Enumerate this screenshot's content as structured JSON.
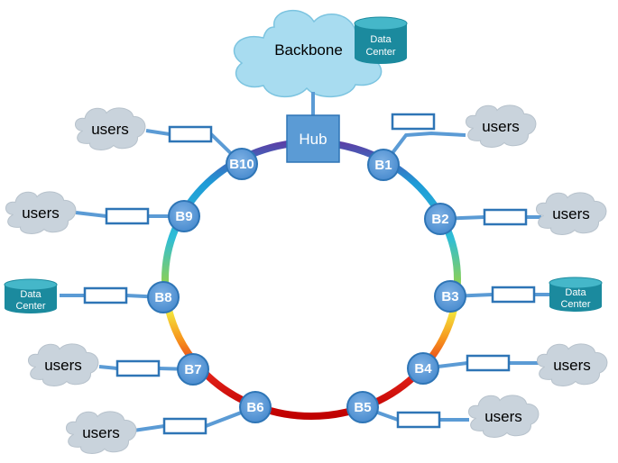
{
  "backbone": {
    "label": "Backbone",
    "datacenter": {
      "line1": "Data",
      "line2": "Center"
    }
  },
  "hub": {
    "label": "Hub"
  },
  "ring_gradient": [
    "#5b3fa6",
    "#1e9bd7",
    "#2fbdd6",
    "#8fd14f",
    "#f3e33b",
    "#f7941d",
    "#e2231a",
    "#c00000"
  ],
  "colors": {
    "node_fill": "#5b9bd5",
    "node_stroke": "#2e75b6",
    "link": "#5b9bd5",
    "datacenter": "#1b8a9e",
    "datacenter_top": "#45b7c9",
    "cloud": "#c9d3dc",
    "backbone_cloud": "#a8dcf0"
  },
  "nodes": [
    {
      "id": "b1",
      "label": "B1",
      "attach": "users",
      "text": "users"
    },
    {
      "id": "b2",
      "label": "B2",
      "attach": "users",
      "text": "users"
    },
    {
      "id": "b3",
      "label": "B3",
      "attach": "datacenter",
      "line1": "Data",
      "line2": "Center"
    },
    {
      "id": "b4",
      "label": "B4",
      "attach": "users",
      "text": "users"
    },
    {
      "id": "b5",
      "label": "B5",
      "attach": "users",
      "text": "users"
    },
    {
      "id": "b6",
      "label": "B6",
      "attach": "users",
      "text": "users"
    },
    {
      "id": "b7",
      "label": "B7",
      "attach": "users",
      "text": "users"
    },
    {
      "id": "b8",
      "label": "B8",
      "attach": "datacenter",
      "line1": "Data",
      "line2": "Center"
    },
    {
      "id": "b9",
      "label": "B9",
      "attach": "users",
      "text": "users"
    },
    {
      "id": "b10",
      "label": "B10",
      "attach": "users",
      "text": "users"
    }
  ]
}
